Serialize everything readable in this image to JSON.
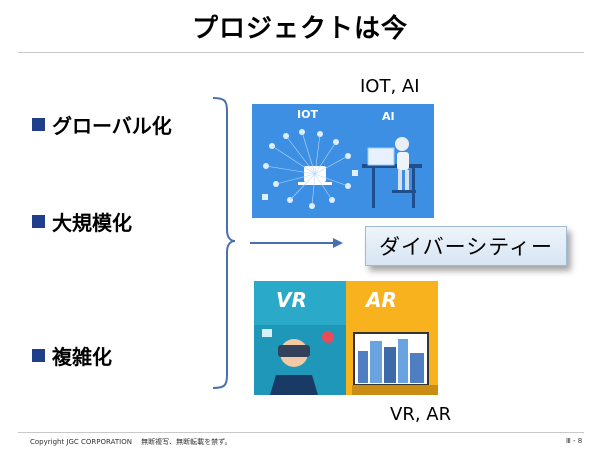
{
  "slide": {
    "title": "プロジェクトは今",
    "bullets": [
      {
        "label": "グローバル化"
      },
      {
        "label": "大規模化"
      },
      {
        "label": "複雑化"
      }
    ],
    "result_box": "ダイバーシティー",
    "iot_caption": "IOT, AI",
    "vr_caption": "VR, AR",
    "iot_image_labels": {
      "left": "IOT",
      "right": "AI"
    },
    "vr_image_labels": {
      "left": "VR",
      "right": "AR"
    }
  },
  "footer": {
    "copyright": "Copyright JGC CORPORATION　 無断複写、無断転載を禁ず。",
    "page": "Ⅲ - 8"
  },
  "colors": {
    "bullet": "#1f3f8c",
    "bracket": "#4a6fae",
    "iot_bg": "#3c8fe2",
    "vr_bg": "#2aa9c9",
    "ar_bg": "#f7b21e"
  }
}
